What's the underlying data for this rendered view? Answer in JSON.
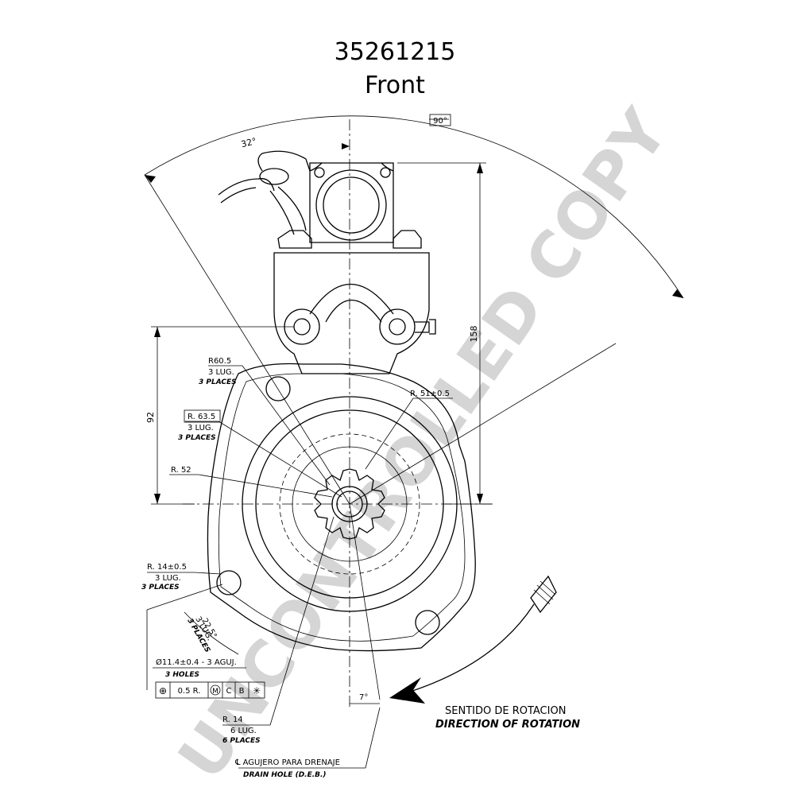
{
  "header": {
    "part_number": "35261215",
    "view": "Front"
  },
  "watermark": {
    "text": "UNCONTROLLED COPY"
  },
  "dimensions": {
    "angle_90": "90°",
    "angle_32": "32°",
    "height_158": "158",
    "height_92": "92",
    "angle_22_5": "22.5°",
    "lug_22_5_line1": "3 LUG.",
    "lug_22_5_line2": "3 PLACES",
    "angle_7": "7°"
  },
  "callouts": {
    "r60_5": {
      "value": "R60.5",
      "line1": "3 LUG.",
      "line2": "3 PLACES"
    },
    "r63_5": {
      "value": "R. 63.5",
      "line1": "3 LUG.",
      "line2": "3 PLACES"
    },
    "r52": {
      "value": "R. 52"
    },
    "r51": {
      "value": "R. 51±0.5"
    },
    "r14_05": {
      "value": "R. 14±0.5",
      "line1": "3 LUG.",
      "line2": "3 PLACES"
    },
    "holes": {
      "value": "Ø11.4±0.4  -  3 AGUJ.",
      "line2": "3 HOLES"
    },
    "tolerance_frame": {
      "cells": [
        "⊕",
        "0.5 R.",
        "M",
        "C",
        "B",
        "✳"
      ]
    },
    "r14": {
      "value": "R. 14",
      "line1": "6 LUG.",
      "line2": "6 PLACES"
    },
    "drain": {
      "line1": "℄ AGUJERO PARA DRENAJE",
      "line2": "DRAIN HOLE (D.E.B.)"
    }
  },
  "rotation": {
    "spanish": "SENTIDO DE ROTACION",
    "english": "DIRECTION OF ROTATION"
  }
}
